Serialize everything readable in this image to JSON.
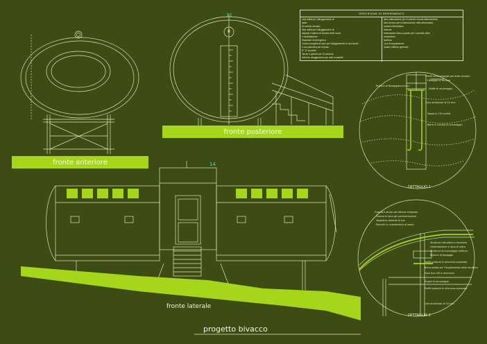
{
  "project_title": "progetto bivacco",
  "views": {
    "front": "fronte anteriore",
    "rear": "fronte posteriore",
    "side": "fronte laterale"
  },
  "markers": {
    "rear_top": "11",
    "rear_circle": "8",
    "side_top": "14"
  },
  "details": {
    "one": "DETTAGLIO 1",
    "two": "DETTAGLIO 2"
  },
  "spec_table": {
    "title": "SPECIFICHE DI RIFERIMENTO",
    "left": [
      "Vani adibiti per l'alloggiamento di:",
      "   lastre",
      "   (in acciaio zincato)",
      "Vani adibiti per l'alloggiamento di:",
      "   impianti e sistemi di servizio delle cucce",
      "   e riscaldamento",
      "Dispenser di emergenza",
      "Cucina completa di vano per l'alloggiamento di una tavola",
      "e una panchina per il riposo",
      "N° 12 cuccette",
      "Tavolo e panche per 12 persone",
      "Ulteriore alloggiamento per vani a cassetti"
    ],
    "right": [
      "Vano videocamere per il controllo remoto della struttura",
      "Vano tecnico per la sistemazione delle attrezzature",
      "Impianto fotovoltaico",
      "Antenna",
      "Illuminazione fissa a parete per il controllo della",
      "temperatura",
      "Apertura",
      "Luce di segnalazione",
      "Quadro elettrico generale"
    ]
  },
  "detail1_labels": [
    "Profili di ancoraggio per ante circolari",
    "Fissaggio al terreno",
    "Bullone di fissaggio",
    "Staffe di ancoraggio",
    "Cavi strutturali di 10 mm",
    "Tappo in C54 scelta",
    "Barre in acciaio di ancoraggio"
  ],
  "detail2_labels": [
    "Guaina e strato per lettura integrata",
    "Guaina in lana per perimetrazione",
    "Tappetino isolante in pvc",
    "Pannelli in rivestimento di legno",
    "Struttura reticolare in alluminio",
    "Coibentazione in lana di vetro",
    "Struttura di ancoraggio orditura",
    "Bullone di fissaggio",
    "Profili portanti in alluminio scatolato",
    "Barra piatta per l'irrigidimento della struttura",
    "Travi tipo L/R in alluminio",
    "Angoli di ancoraggio",
    "Profili portanti in alluminio scatolato",
    "Cavi strutturali di 10 mm"
  ]
}
